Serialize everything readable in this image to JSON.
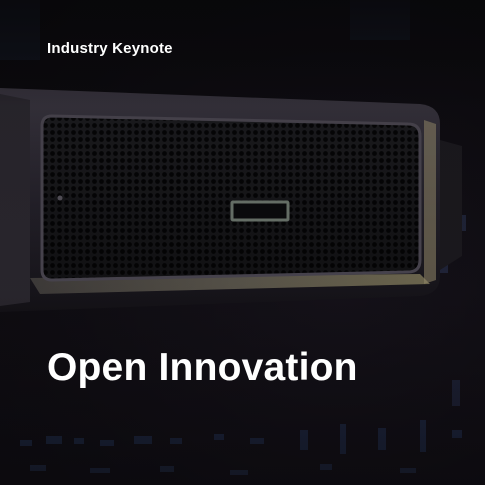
{
  "card": {
    "eyebrow": "Industry Keynote",
    "title": "Open Innovation"
  },
  "image": {
    "subject": "server-chassis-image",
    "accent_color": "#c9c07a",
    "badge_color": "#6b756c"
  }
}
